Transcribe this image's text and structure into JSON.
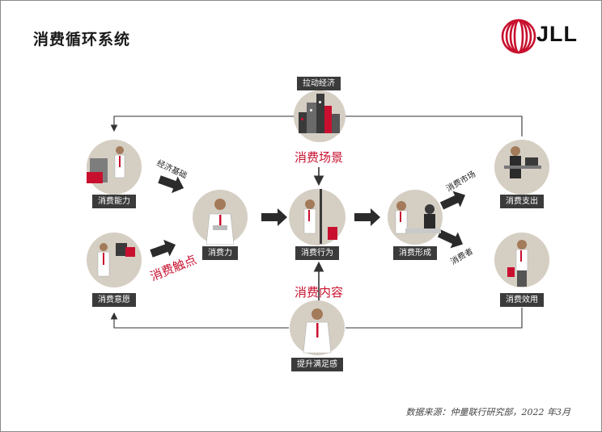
{
  "title": "消费循环系统",
  "logo": {
    "text": "JLL"
  },
  "nodes": {
    "top": "拉动经济",
    "ability": "消费能力",
    "intention": "消费意愿",
    "power": "消费力",
    "behavior": "消费行为",
    "formation": "消费形成",
    "expense": "消费支出",
    "utility": "消费效用",
    "satisfaction": "提升满足感"
  },
  "red_labels": {
    "scene": "消费场景",
    "content": "消费内容",
    "touchpoint": "消费触点"
  },
  "edge_labels": {
    "economic_base": "经济基础",
    "market": "消费市场",
    "consumer": "消费者"
  },
  "source": "数据来源：仲量联行研究部，2022 年3月",
  "colors": {
    "accent": "#c8102e",
    "dark": "#3b3b3b",
    "circle": "#d5cec3"
  }
}
